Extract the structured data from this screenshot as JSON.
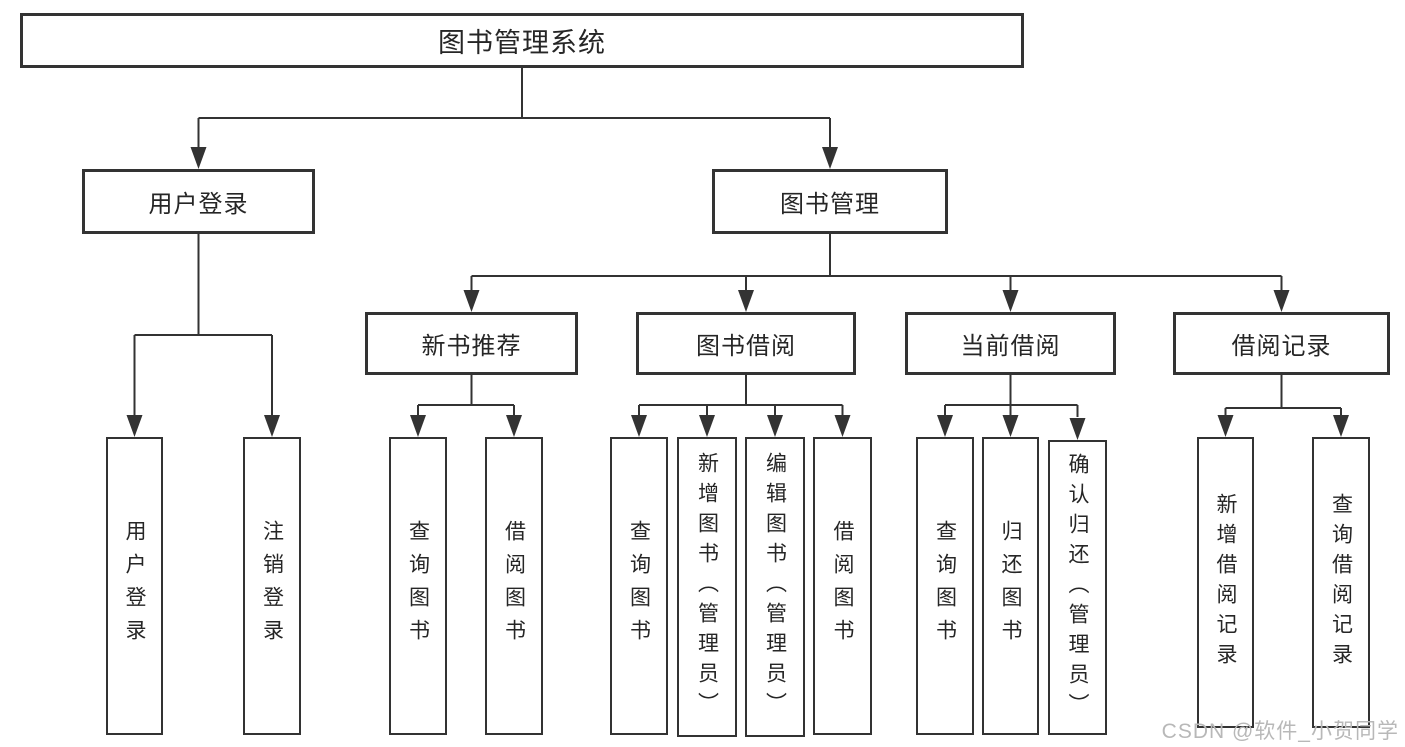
{
  "diagram": {
    "watermark": "CSDN @软件_小贺同学",
    "colors": {
      "line": "#333333",
      "text": "#262626",
      "watermark": "#b8b8b8",
      "background": "#ffffff"
    },
    "tree": {
      "label": "图书管理系统",
      "children": [
        {
          "label": "用户登录",
          "children": [
            {
              "label": "用户登录"
            },
            {
              "label": "注销登录"
            }
          ]
        },
        {
          "label": "图书管理",
          "children": [
            {
              "label": "新书推荐",
              "children": [
                {
                  "label": "查询图书"
                },
                {
                  "label": "借阅图书"
                }
              ]
            },
            {
              "label": "图书借阅",
              "children": [
                {
                  "label": "查询图书"
                },
                {
                  "label": "新增图书（管理员）"
                },
                {
                  "label": "编辑图书（管理员）"
                },
                {
                  "label": "借阅图书"
                }
              ]
            },
            {
              "label": "当前借阅",
              "children": [
                {
                  "label": "查询图书"
                },
                {
                  "label": "归还图书"
                },
                {
                  "label": "确认归还（管理员）"
                }
              ]
            },
            {
              "label": "借阅记录",
              "children": [
                {
                  "label": "新增借阅记录"
                },
                {
                  "label": "查询借阅记录"
                }
              ]
            }
          ]
        }
      ]
    }
  }
}
